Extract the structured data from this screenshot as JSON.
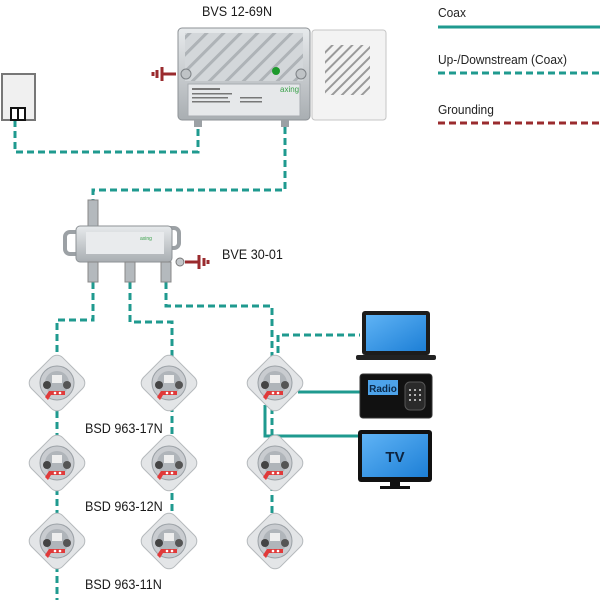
{
  "legend": {
    "items": [
      {
        "label": "Coax",
        "style": "solid",
        "color": "#1f9a8f"
      },
      {
        "label": "Up-/Downstream (Coax)",
        "style": "dashed",
        "color": "#1f9a8f"
      },
      {
        "label": "Grounding",
        "style": "dashed",
        "color": "#9a2b2e"
      }
    ]
  },
  "colors": {
    "coax": "#1f9a8f",
    "grounding": "#9a2b2e",
    "device_metal": "#c9cdd0",
    "screen_blue": "#2f8fe0",
    "socket_red": "#e03a3a"
  },
  "devices": {
    "amplifier": {
      "label": "BVS 12-69N",
      "brand": "axing",
      "icon": "amplifier-icon"
    },
    "splitter": {
      "label": "BVE 30-01",
      "brand": "axing",
      "icon": "splitter-icon"
    },
    "wall_outlet": {
      "icon": "wall-outlet-icon"
    },
    "laptop": {
      "icon": "laptop-icon"
    },
    "radio": {
      "label": "Radio",
      "icon": "radio-icon"
    },
    "tv": {
      "label": "TV",
      "icon": "tv-icon"
    }
  },
  "socket_rows": [
    {
      "label": "BSD 963-17N"
    },
    {
      "label": "BSD 963-12N"
    },
    {
      "label": "BSD 963-11N"
    }
  ]
}
